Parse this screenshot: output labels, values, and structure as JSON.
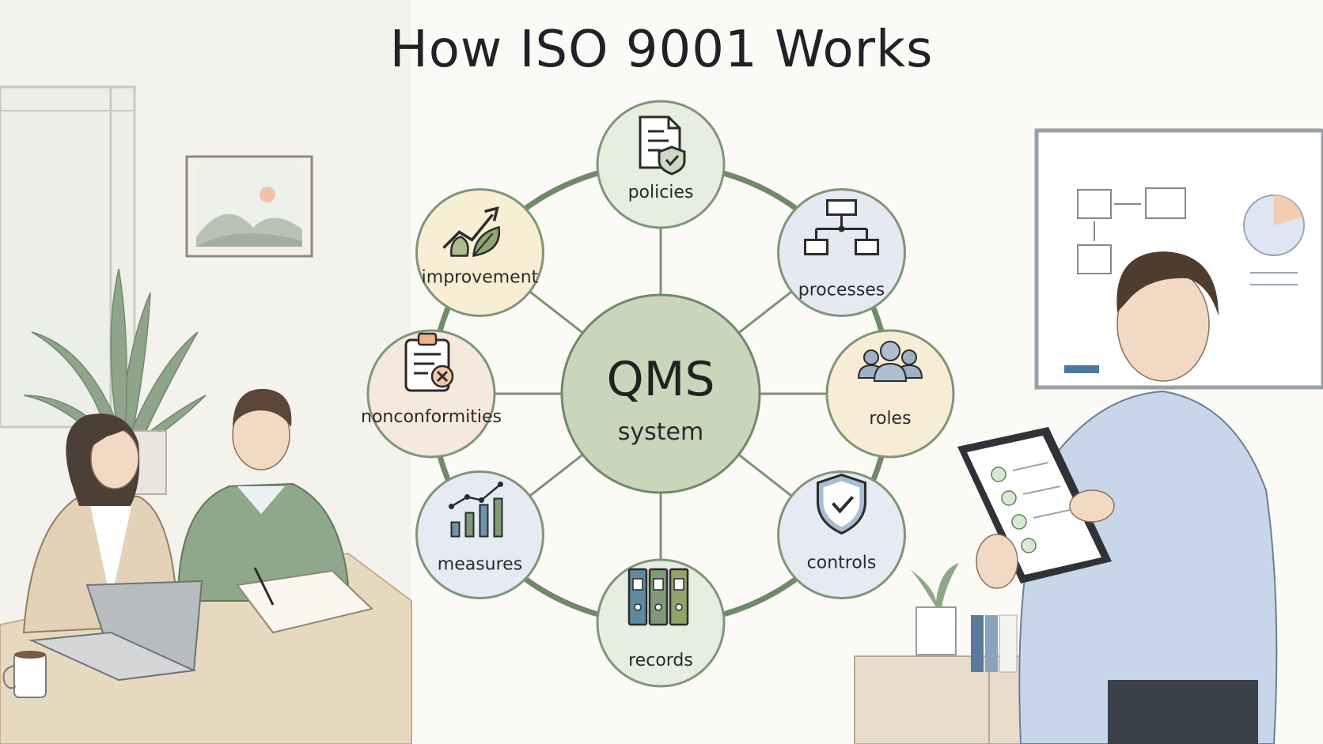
{
  "title": "How ISO 9001 Works",
  "hub": {
    "title": "QMS",
    "subtitle": "system"
  },
  "nodes": [
    {
      "key": "policies",
      "label": "policies",
      "icon": "document-shield-icon",
      "fill": "#e7eedf"
    },
    {
      "key": "processes",
      "label": "processes",
      "icon": "flowchart-icon",
      "fill": "#e4e9f2"
    },
    {
      "key": "roles",
      "label": "roles",
      "icon": "people-group-icon",
      "fill": "#f7edd6"
    },
    {
      "key": "controls",
      "label": "controls",
      "icon": "shield-check-icon",
      "fill": "#e6eaf2"
    },
    {
      "key": "records",
      "label": "records",
      "icon": "binders-icon",
      "fill": "#e8ede2"
    },
    {
      "key": "measures",
      "label": "measures",
      "icon": "bar-chart-icon",
      "fill": "#e6ebf3"
    },
    {
      "key": "nonconformities",
      "label": "nonconformities",
      "icon": "clipboard-x-icon",
      "fill": "#f5e8dc"
    },
    {
      "key": "improvement",
      "label": "improvement",
      "icon": "growth-leaf-icon",
      "fill": "#f8eed4"
    }
  ],
  "colors": {
    "ring": "#6f8a68",
    "spoke": "#7b9373",
    "hub_fill": "#c9d6bb",
    "node_stroke": "#7f9678",
    "background": "#fbfaf6"
  }
}
